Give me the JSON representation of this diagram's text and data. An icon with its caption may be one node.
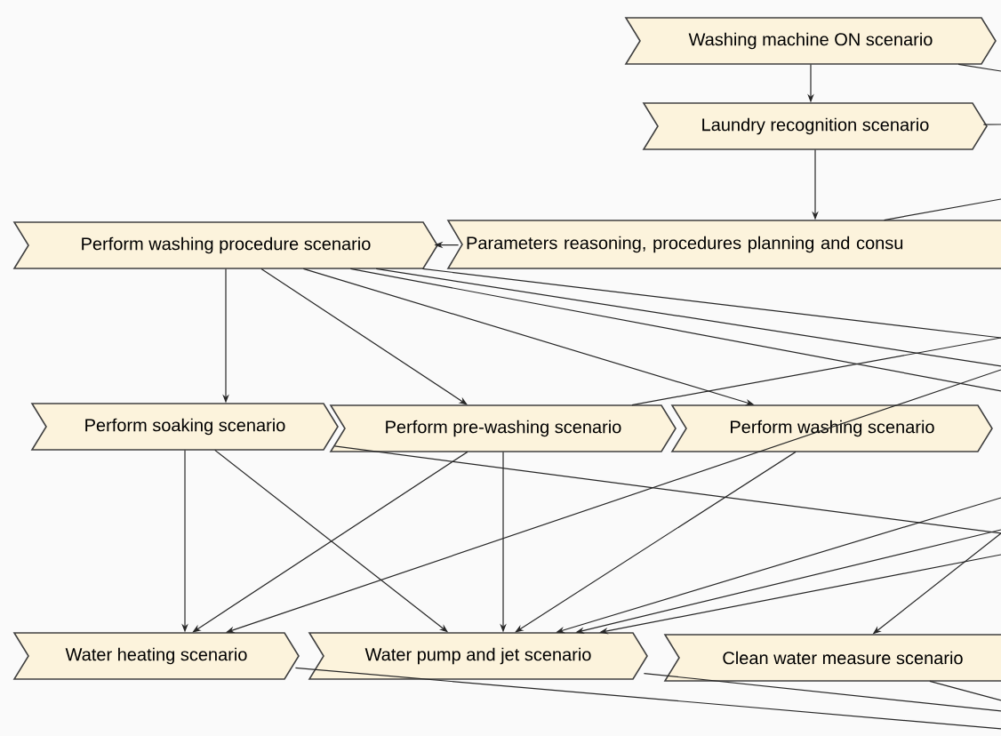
{
  "diagram": {
    "nodes": [
      {
        "text": [
          "Washing machine ON  scenario"
        ]
      },
      {
        "text": [
          "Laundry recognition scenario"
        ]
      },
      {
        "text": [
          "Perform washing procedure  scenario"
        ]
      },
      {
        "text": [
          "Parameters reasoning, procedures planning and consu"
        ]
      },
      {
        "text": [
          "Perform soaking scenario"
        ]
      },
      {
        "text": [
          "Perform pre-washing scenario"
        ]
      },
      {
        "text": [
          "Perform washing scenario"
        ]
      },
      {
        "text": [
          "Water heating scenario"
        ]
      },
      {
        "text": [
          "Water pump and jet scenario"
        ]
      },
      {
        "text": [
          "Clean water measure scenario"
        ]
      }
    ],
    "edges": [
      {
        "from": 0,
        "to": 1,
        "arrow": "to"
      },
      {
        "from": 1,
        "to": 3,
        "arrow": "to"
      },
      {
        "from": 3,
        "to": 2,
        "arrow": "to"
      },
      {
        "from": 2,
        "to": 4,
        "arrow": "to"
      },
      {
        "from": 2,
        "to": 5,
        "arrow": "to"
      },
      {
        "from": 2,
        "to": 6,
        "arrow": "to"
      },
      {
        "from": 4,
        "to": 7,
        "arrow": "to"
      },
      {
        "from": 4,
        "to": 8,
        "arrow": "to"
      },
      {
        "from": 5,
        "to": 7,
        "arrow": "to"
      },
      {
        "from": 5,
        "to": 8,
        "arrow": "to"
      },
      {
        "from": 6,
        "to": 8,
        "arrow": "to"
      },
      {
        "from": null,
        "to": 7,
        "arrow": "to"
      },
      {
        "from": null,
        "to": 8,
        "arrow": "to"
      },
      {
        "from": null,
        "to": 8,
        "arrow": "to"
      },
      {
        "from": null,
        "to": 8,
        "arrow": "to"
      },
      {
        "from": null,
        "to": 9,
        "arrow": "to"
      },
      {
        "from": 2,
        "to": null,
        "arrow": "none"
      },
      {
        "from": 2,
        "to": null,
        "arrow": "none"
      },
      {
        "from": 2,
        "to": null,
        "arrow": "none"
      },
      {
        "from": 0,
        "to": null,
        "arrow": "none"
      },
      {
        "from": 1,
        "to": null,
        "arrow": "none"
      },
      {
        "from": 3,
        "to": null,
        "arrow": "none"
      },
      {
        "from": 4,
        "to": null,
        "arrow": "none"
      },
      {
        "from": 5,
        "to": null,
        "arrow": "none"
      },
      {
        "from": 7,
        "to": null,
        "arrow": "none"
      },
      {
        "from": 8,
        "to": null,
        "arrow": "none"
      },
      {
        "from": 9,
        "to": null,
        "arrow": "none"
      }
    ]
  }
}
